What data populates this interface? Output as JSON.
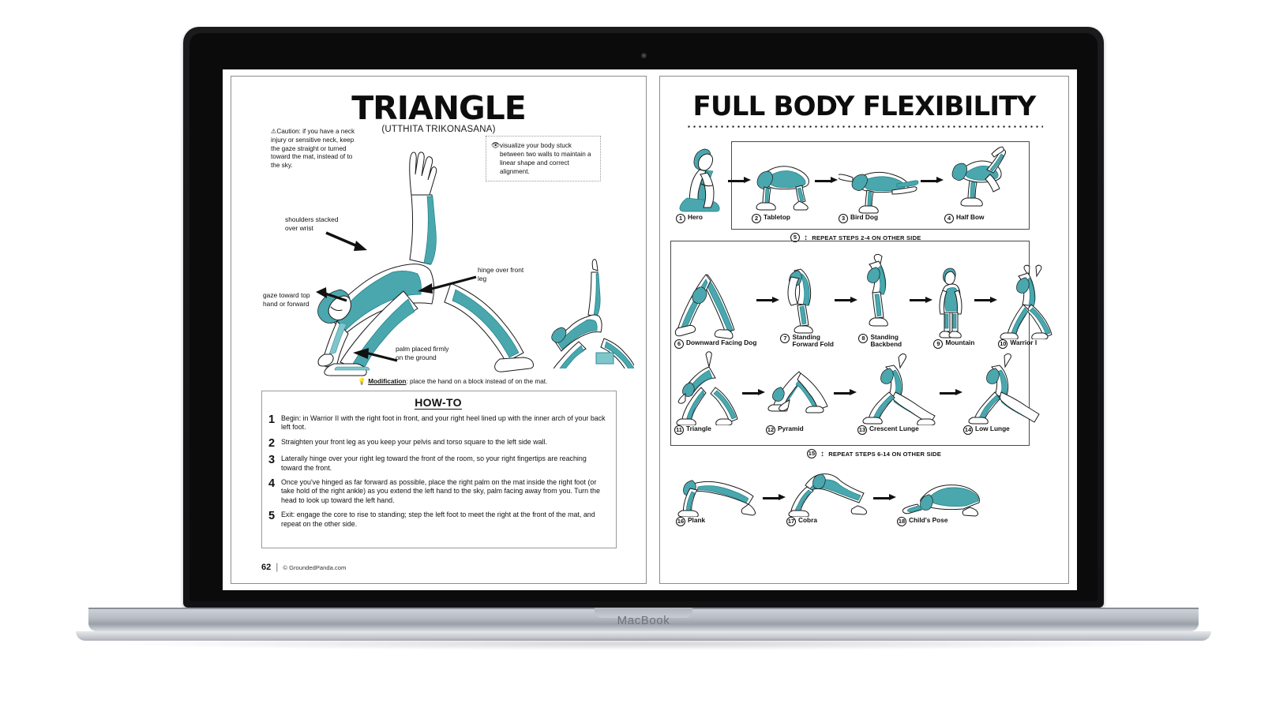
{
  "device": {
    "brand_label": "MacBook"
  },
  "left_page": {
    "title": "TRIANGLE",
    "subtitle": "(UTTHITA TRIKONASANA)",
    "caution": "⚠Caution: if you have a neck injury or sensitive neck, keep the gaze straight or turned toward the mat, instead of to the sky.",
    "tip_icon": "eye-icon",
    "tip": "visualize your body stuck between two walls to maintain a linear shape and correct alignment.",
    "annotations": [
      {
        "name": "shoulders-note",
        "text": "shoulders stacked over wrist"
      },
      {
        "name": "gaze-note",
        "text": "gaze toward top hand or forward"
      },
      {
        "name": "hinge-note",
        "text": "hinge over front leg"
      },
      {
        "name": "palm-note",
        "text": "palm placed firmly on the ground"
      }
    ],
    "modification_icon": "lightbulb-icon",
    "modification_label": "Modification",
    "modification_text": ": place the hand on a block instead of on the mat.",
    "howto_title": "HOW-TO",
    "steps": [
      {
        "num": "1",
        "text": "Begin: in Warrior II with the right foot in front, and your right heel lined up with the inner arch of your back left foot."
      },
      {
        "num": "2",
        "text": "Straighten your front leg as you keep your pelvis and torso square to the left side wall."
      },
      {
        "num": "3",
        "text": "Laterally hinge over your right leg toward the front of the room, so your right fingertips are reaching toward the front."
      },
      {
        "num": "4",
        "text": "Once you've hinged as far forward as possible, place the right palm on the mat inside the right foot (or take hold of the right ankle) as you extend the left hand to the sky, palm facing away from you. Turn the head to look up toward the left hand."
      },
      {
        "num": "5",
        "text": "Exit: engage the core to rise to standing; step the left foot to meet the right at the front of the mat, and repeat on the other side."
      }
    ],
    "footer": {
      "page_number": "62",
      "separator": "|",
      "site": "© GroundedPanda.com"
    }
  },
  "right_page": {
    "title": "FULL BODY FLEXIBILITY",
    "sequence_1": [
      {
        "num": "1",
        "label": "Hero"
      },
      {
        "num": "2",
        "label": "Tabletop"
      },
      {
        "num": "3",
        "label": "Bird Dog"
      },
      {
        "num": "4",
        "label": "Half Bow"
      }
    ],
    "repeat_1": {
      "num": "5",
      "icon": "up-down-arrow-icon",
      "text": "REPEAT STEPS 2-4 ON OTHER SIDE"
    },
    "sequence_2_row_a": [
      {
        "num": "6",
        "label": "Downward Facing Dog"
      },
      {
        "num": "7",
        "label": "Standing Forward Fold"
      },
      {
        "num": "8",
        "label": "Standing Backbend"
      },
      {
        "num": "9",
        "label": "Mountain"
      },
      {
        "num": "10",
        "label": "Warrior I"
      }
    ],
    "sequence_2_row_b": [
      {
        "num": "11",
        "label": "Triangle"
      },
      {
        "num": "12",
        "label": "Pyramid"
      },
      {
        "num": "13",
        "label": "Crescent Lunge"
      },
      {
        "num": "14",
        "label": "Low Lunge"
      }
    ],
    "repeat_2": {
      "num": "15",
      "icon": "up-down-arrow-icon",
      "text": "REPEAT STEPS 6-14 ON OTHER SIDE"
    },
    "sequence_3": [
      {
        "num": "16",
        "label": "Plank"
      },
      {
        "num": "17",
        "label": "Cobra"
      },
      {
        "num": "18",
        "label": "Child's Pose"
      }
    ]
  },
  "colors": {
    "accent_teal": "#4aa7ae",
    "ink": "#111111",
    "page_border": "#8d8d8d"
  }
}
